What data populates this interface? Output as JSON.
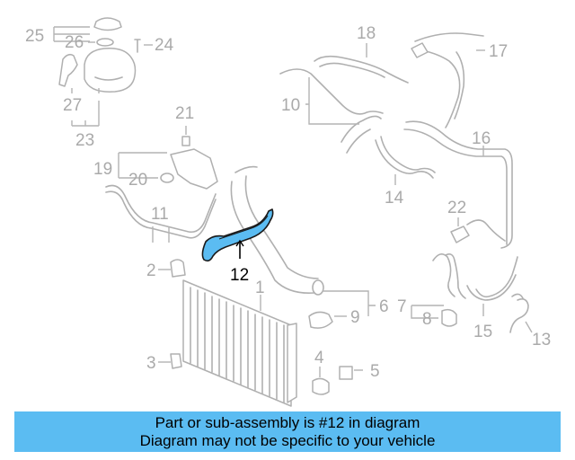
{
  "diagram": {
    "callouts": {
      "c1": "1",
      "c2": "2",
      "c3": "3",
      "c4": "4",
      "c5": "5",
      "c6": "6",
      "c7": "7",
      "c8": "8",
      "c9": "9",
      "c10": "10",
      "c11": "11",
      "c12": "12",
      "c13": "13",
      "c14": "14",
      "c15": "15",
      "c16": "16",
      "c17": "17",
      "c18": "18",
      "c19": "19",
      "c20": "20",
      "c21": "21",
      "c22": "22",
      "c23": "23",
      "c24": "24",
      "c25": "25",
      "c26": "26",
      "c27": "27"
    },
    "highlighted_part": "12",
    "colors": {
      "highlight_fill": "#5bbcf2",
      "highlight_outline": "#1a1a1a",
      "part_outline": "#b0b0b0",
      "banner_bg": "#5bbcf2"
    }
  },
  "banner": {
    "line1": "Part or sub-assembly is #12 in diagram",
    "line2": "Diagram may not be specific to your vehicle"
  }
}
